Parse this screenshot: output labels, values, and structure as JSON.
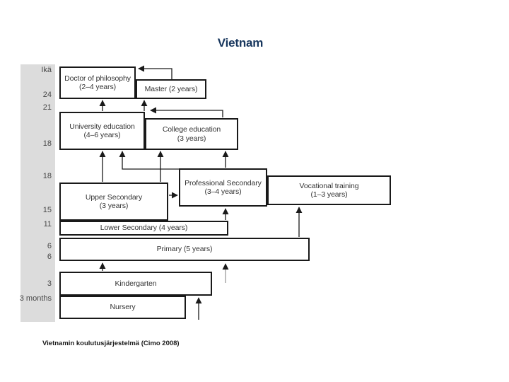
{
  "title": "Vietnam",
  "caption": "Vietnamin koulutusjärjestelmä (Cimo 2008)",
  "age_axis": {
    "header": "Ikä",
    "labels": [
      "24",
      "21",
      "18",
      "18",
      "15",
      "11",
      "6",
      "6",
      "3",
      "3 months"
    ]
  },
  "boxes": [
    {
      "id": "doctor",
      "line1": "Doctor of philosophy",
      "line2": "(2–4 years)"
    },
    {
      "id": "master",
      "line1": "Master (2 years)",
      "line2": ""
    },
    {
      "id": "university",
      "line1": "University education",
      "line2": "(4–6 years)"
    },
    {
      "id": "college",
      "line1": "College education",
      "line2": "(3 years)"
    },
    {
      "id": "prof-sec",
      "line1": "Professional Secondary",
      "line2": "(3–4 years)"
    },
    {
      "id": "vocational",
      "line1": "Vocational training",
      "line2": "(1–3 years)"
    },
    {
      "id": "upper-sec",
      "line1": "Upper Secondary",
      "line2": "(3 years)"
    },
    {
      "id": "lower-sec",
      "line1": "Lower Secondary (4 years)",
      "line2": ""
    },
    {
      "id": "primary",
      "line1": "Primary (5 years)",
      "line2": ""
    },
    {
      "id": "kindergarten",
      "line1": "Kindergarten",
      "line2": ""
    },
    {
      "id": "nursery",
      "line1": "Nursery",
      "line2": ""
    }
  ],
  "colors": {
    "title": "#17365d",
    "age_band": "#dcdcdc",
    "box_border": "#191919",
    "arrow": "#1a1a1a",
    "faded_arrow_tail": "#9a9a9a"
  }
}
